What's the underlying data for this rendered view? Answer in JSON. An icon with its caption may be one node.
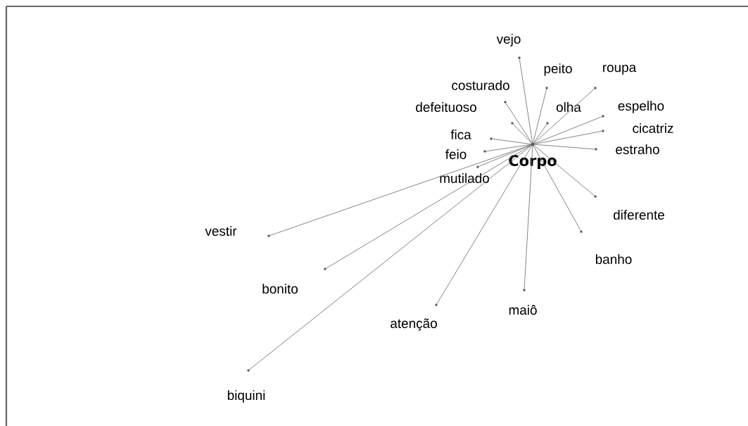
{
  "diagram": {
    "nodes": [
      {
        "text": [
          "Corpo"
        ]
      },
      {
        "text": [
          "vejo"
        ]
      },
      {
        "text": [
          "peito"
        ]
      },
      {
        "text": [
          "roupa"
        ]
      },
      {
        "text": [
          "costurado"
        ]
      },
      {
        "text": [
          "defeituoso"
        ]
      },
      {
        "text": [
          "olha"
        ]
      },
      {
        "text": [
          "espelho"
        ]
      },
      {
        "text": [
          "cicatriz"
        ]
      },
      {
        "text": [
          "fica"
        ]
      },
      {
        "text": [
          "feio"
        ]
      },
      {
        "text": [
          "estraho"
        ]
      },
      {
        "text": [
          "mutilado"
        ]
      },
      {
        "text": [
          "diferente"
        ]
      },
      {
        "text": [
          "vestir"
        ]
      },
      {
        "text": [
          "banho"
        ]
      },
      {
        "text": [
          "bonito"
        ]
      },
      {
        "text": [
          "maiô"
        ]
      },
      {
        "text": [
          "atenção"
        ]
      },
      {
        "text": [
          "biquini"
        ]
      }
    ],
    "edges": [
      {
        "from": 0,
        "to": 1,
        "arrow": "none"
      },
      {
        "from": 0,
        "to": 2,
        "arrow": "none"
      },
      {
        "from": 0,
        "to": 3,
        "arrow": "none"
      },
      {
        "from": 0,
        "to": 4,
        "arrow": "none"
      },
      {
        "from": 0,
        "to": 5,
        "arrow": "none"
      },
      {
        "from": 0,
        "to": 6,
        "arrow": "none"
      },
      {
        "from": 0,
        "to": 7,
        "arrow": "none"
      },
      {
        "from": 0,
        "to": 8,
        "arrow": "none"
      },
      {
        "from": 0,
        "to": 9,
        "arrow": "none"
      },
      {
        "from": 0,
        "to": 10,
        "arrow": "none"
      },
      {
        "from": 0,
        "to": 11,
        "arrow": "none"
      },
      {
        "from": 0,
        "to": 12,
        "arrow": "none"
      },
      {
        "from": 0,
        "to": 13,
        "arrow": "none"
      },
      {
        "from": 0,
        "to": 14,
        "arrow": "none"
      },
      {
        "from": 0,
        "to": 15,
        "arrow": "none"
      },
      {
        "from": 0,
        "to": 16,
        "arrow": "none"
      },
      {
        "from": 0,
        "to": 17,
        "arrow": "none"
      },
      {
        "from": 0,
        "to": 18,
        "arrow": "none"
      },
      {
        "from": 0,
        "to": 19,
        "arrow": "none"
      }
    ]
  }
}
